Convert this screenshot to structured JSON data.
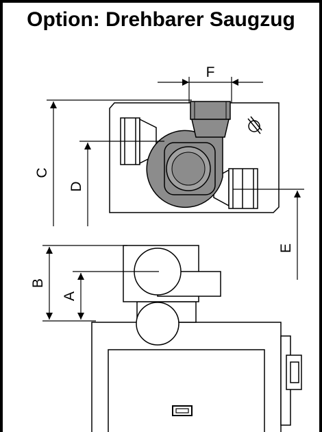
{
  "title": "Option: Drehbarer Saugzug",
  "labels": {
    "A": "A",
    "B": "B",
    "C": "C",
    "D": "D",
    "E": "E",
    "F": "F"
  },
  "colors": {
    "fan_fill": "#8c8c8c",
    "fan_light": "#c8c8c8",
    "stroke": "#000000"
  }
}
